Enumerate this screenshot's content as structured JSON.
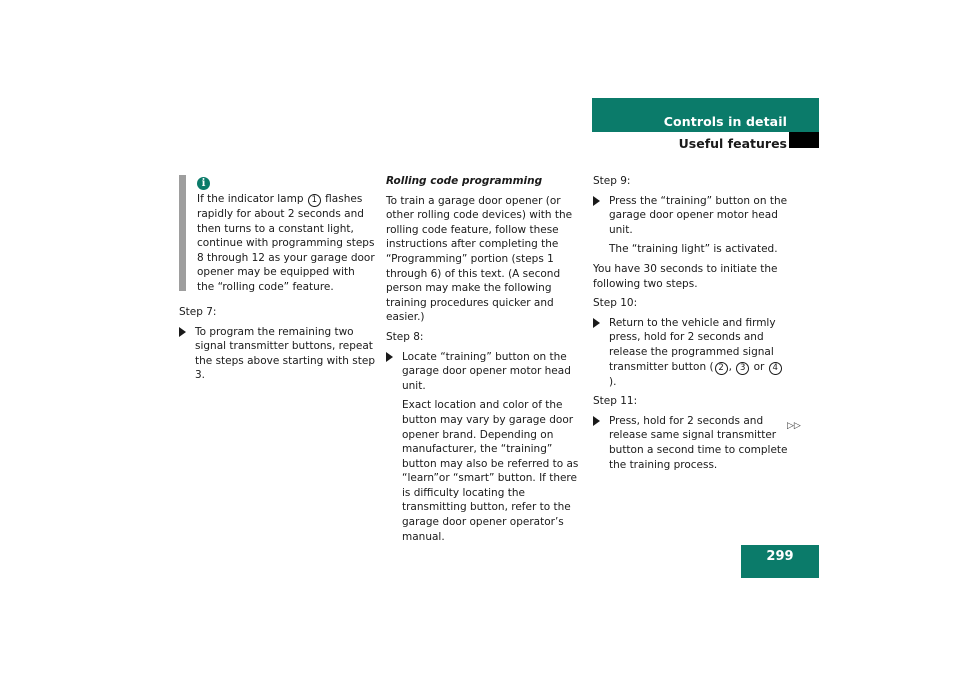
{
  "header": {
    "chapter": "Controls in detail",
    "section": "Useful features"
  },
  "page_number": "299",
  "info_box": {
    "icon": "info-icon",
    "icon_glyph": "i",
    "text_before": "If the indicator lamp ",
    "ref": "1",
    "text_after": " flashes rapidly for about 2 seconds and then turns to a constant light, continue with programming steps 8 through 12 as your garage door opener may be equipped with the “rolling code” feature."
  },
  "col1": {
    "step7_label": "Step 7:",
    "step7_bullet": "To program the remaining two signal transmitter buttons, repeat the steps above starting with step 3."
  },
  "col2": {
    "heading": "Rolling code programming",
    "intro": "To train a garage door opener (or other rolling code devices) with the rolling code feature, follow these instructions after completing the “Programming” portion (steps 1 through 6) of this text. (A second person may make the following training procedures quicker and easier.)",
    "step8_label": "Step 8:",
    "step8_bullet": "Locate “training” button on the garage door opener motor head unit.",
    "step8_note": "Exact location and color of the button may vary by garage door opener brand. Depending on manufacturer, the “training” button may also be referred to as “learn”or “smart” button. If there is difficulty locating the transmitting button, refer to the garage door opener operator’s manual."
  },
  "col3": {
    "step9_label": "Step 9:",
    "step9_bullet": "Press the “training” button on the ga­rage door opener motor head unit.",
    "step9_note": "The “training light” is activated.",
    "thirty_seconds": "You have 30 seconds to initiate the following two steps.",
    "step10_label": "Step 10:",
    "step10_bullet_start": "Return to the vehicle and firmly press, hold for 2 seconds and release the pro­grammed signal transmitter button (",
    "ref2": "2",
    "sep1": ", ",
    "ref3": "3",
    "sep2": " or ",
    "ref4": "4",
    "step10_bullet_end": ").",
    "step11_label": "Step 11:",
    "step11_bullet": "Press, hold for 2 seconds and release same signal transmitter button a sec­ond time to complete the training process."
  },
  "continued_mark": "▷▷"
}
